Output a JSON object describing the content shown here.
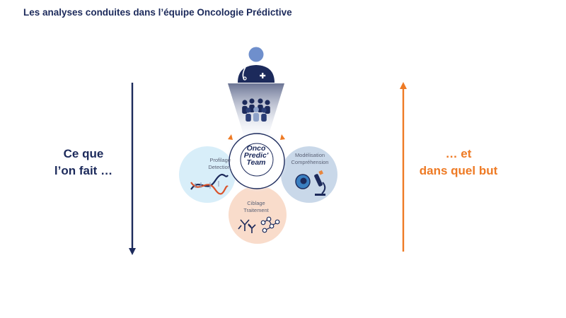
{
  "title": "Les analyses conduites dans l’équipe Oncologie Prédictive",
  "left_text": {
    "line1": "Ce que",
    "line2": "l’on fait …"
  },
  "right_text": {
    "line1": "… et",
    "line2": "dans quel but"
  },
  "center_logo": {
    "line1": "Onco",
    "line2": "Predic'",
    "line3": "Team"
  },
  "circles": {
    "profilage": {
      "line1": "Profilage",
      "line2": "Detection"
    },
    "modelisation": {
      "line1": "Modélisation",
      "line2": "Compréhension"
    },
    "ciblage": {
      "line1": "Ciblage",
      "line2": "Traitement"
    }
  },
  "colors": {
    "navy": "#1c2a5b",
    "orange": "#ee7a24",
    "profilage_bg": "#d8eef9",
    "modelisation_bg": "#c9d8e9",
    "ciblage_bg": "#f9dccb",
    "person_blue": "#6f8fcc"
  }
}
